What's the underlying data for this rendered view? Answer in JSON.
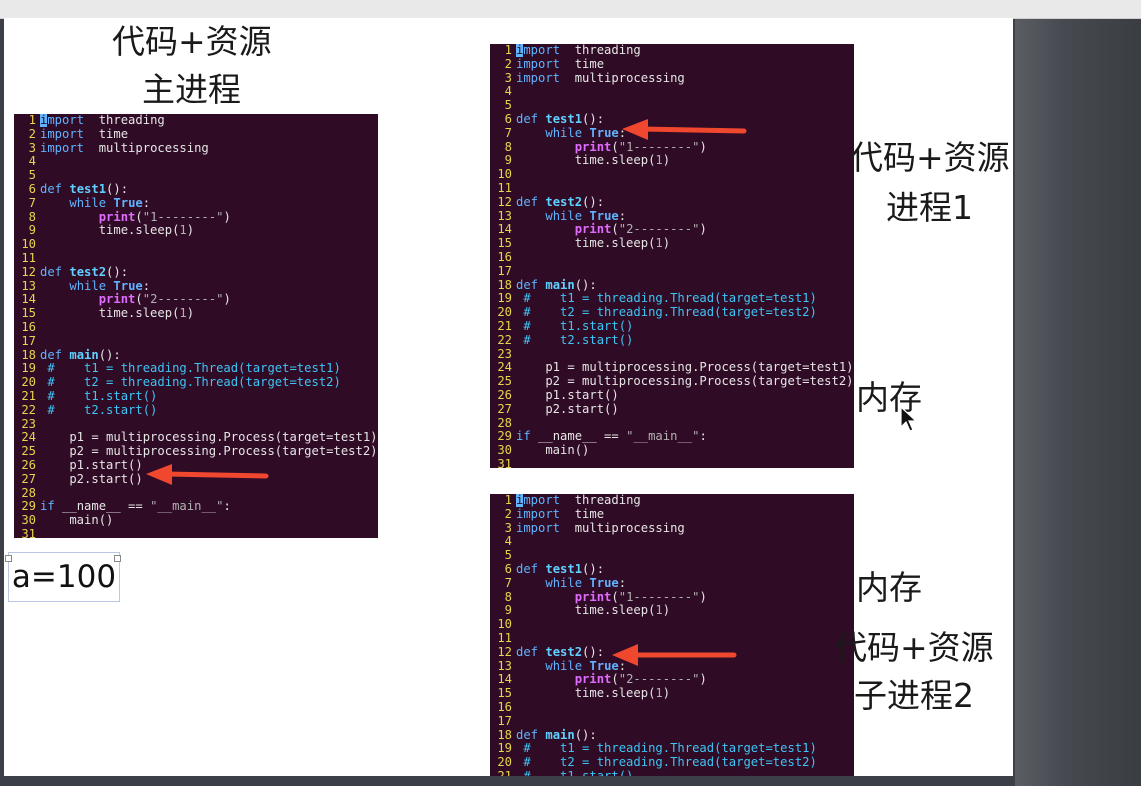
{
  "labels": {
    "main_line1": "代码+资源",
    "main_line2": "主进程",
    "proc1_line1": "代码+资源",
    "proc1_line2": "进程1",
    "memory_1": "内存",
    "memory_2": "内存",
    "proc2_line1": "代码+资源",
    "proc2_line2": "子进程2",
    "variable": "a=100"
  },
  "icons": {
    "mouse_pointer": "arrow-cursor-icon",
    "pointer_arrow": "red-arrow-icon"
  },
  "colors": {
    "terminal_bg": "#2f0b25",
    "line_number": "#e8d44d",
    "keyword": "#5fb3ff",
    "arrow": "#f0472f"
  },
  "code_lines": [
    {
      "n": "1",
      "segs": [
        [
          "cursor",
          "i"
        ],
        [
          "kw",
          "mport"
        ],
        [
          "",
          "  threading"
        ]
      ]
    },
    {
      "n": "2",
      "segs": [
        [
          "kw",
          "import"
        ],
        [
          "",
          "  time"
        ]
      ]
    },
    {
      "n": "3",
      "segs": [
        [
          "kw",
          "import"
        ],
        [
          "",
          "  multiprocessing"
        ]
      ]
    },
    {
      "n": "4",
      "segs": []
    },
    {
      "n": "5",
      "segs": []
    },
    {
      "n": "6",
      "segs": [
        [
          "kw",
          "def "
        ],
        [
          "fn",
          "test1"
        ],
        [
          "",
          "():"
        ]
      ]
    },
    {
      "n": "7",
      "segs": [
        [
          "",
          "    "
        ],
        [
          "kw",
          "while "
        ],
        [
          "kwb",
          "True"
        ],
        [
          "",
          ":"
        ]
      ]
    },
    {
      "n": "8",
      "segs": [
        [
          "",
          "        "
        ],
        [
          "pr",
          "print"
        ],
        [
          "",
          "("
        ],
        [
          "str",
          "\"1--------\""
        ],
        [
          "",
          ")"
        ]
      ]
    },
    {
      "n": "9",
      "segs": [
        [
          "",
          "        time.sleep("
        ],
        [
          "num",
          "1"
        ],
        [
          "",
          ")"
        ]
      ]
    },
    {
      "n": "10",
      "segs": []
    },
    {
      "n": "11",
      "segs": []
    },
    {
      "n": "12",
      "segs": [
        [
          "kw",
          "def "
        ],
        [
          "fn",
          "test2"
        ],
        [
          "",
          "():"
        ]
      ]
    },
    {
      "n": "13",
      "segs": [
        [
          "",
          "    "
        ],
        [
          "kw",
          "while "
        ],
        [
          "kwb",
          "True"
        ],
        [
          "",
          ":"
        ]
      ]
    },
    {
      "n": "14",
      "segs": [
        [
          "",
          "        "
        ],
        [
          "pr",
          "print"
        ],
        [
          "",
          "("
        ],
        [
          "str",
          "\"2--------\""
        ],
        [
          "",
          ")"
        ]
      ]
    },
    {
      "n": "15",
      "segs": [
        [
          "",
          "        time.sleep("
        ],
        [
          "num",
          "1"
        ],
        [
          "",
          ")"
        ]
      ]
    },
    {
      "n": "16",
      "segs": []
    },
    {
      "n": "17",
      "segs": []
    },
    {
      "n": "18",
      "segs": [
        [
          "kw",
          "def "
        ],
        [
          "fn",
          "main"
        ],
        [
          "",
          "():"
        ]
      ]
    },
    {
      "n": "19",
      "segs": [
        [
          "cm",
          " #    t1 = threading.Thread(target=test1)"
        ]
      ]
    },
    {
      "n": "20",
      "segs": [
        [
          "cm",
          " #    t2 = threading.Thread(target=test2)"
        ]
      ]
    },
    {
      "n": "21",
      "segs": [
        [
          "cm",
          " #    t1.start()"
        ]
      ]
    },
    {
      "n": "22",
      "segs": [
        [
          "cm",
          " #    t2.start()"
        ]
      ]
    },
    {
      "n": "23",
      "segs": []
    },
    {
      "n": "24",
      "segs": [
        [
          "",
          "    p1 = multiprocessing.Process(target=test1)"
        ]
      ]
    },
    {
      "n": "25",
      "segs": [
        [
          "",
          "    p2 = multiprocessing.Process(target=test2)"
        ]
      ]
    },
    {
      "n": "26",
      "segs": [
        [
          "",
          "    p1.start()"
        ]
      ]
    },
    {
      "n": "27",
      "segs": [
        [
          "",
          "    p2.start()"
        ]
      ]
    },
    {
      "n": "28",
      "segs": []
    },
    {
      "n": "29",
      "segs": [
        [
          "kw",
          "if "
        ],
        [
          "",
          "__name__ == "
        ],
        [
          "str",
          "\"__main__\""
        ],
        [
          "",
          ":"
        ]
      ]
    },
    {
      "n": "30",
      "segs": [
        [
          "",
          "    main()"
        ]
      ]
    },
    {
      "n": "31",
      "segs": []
    }
  ]
}
